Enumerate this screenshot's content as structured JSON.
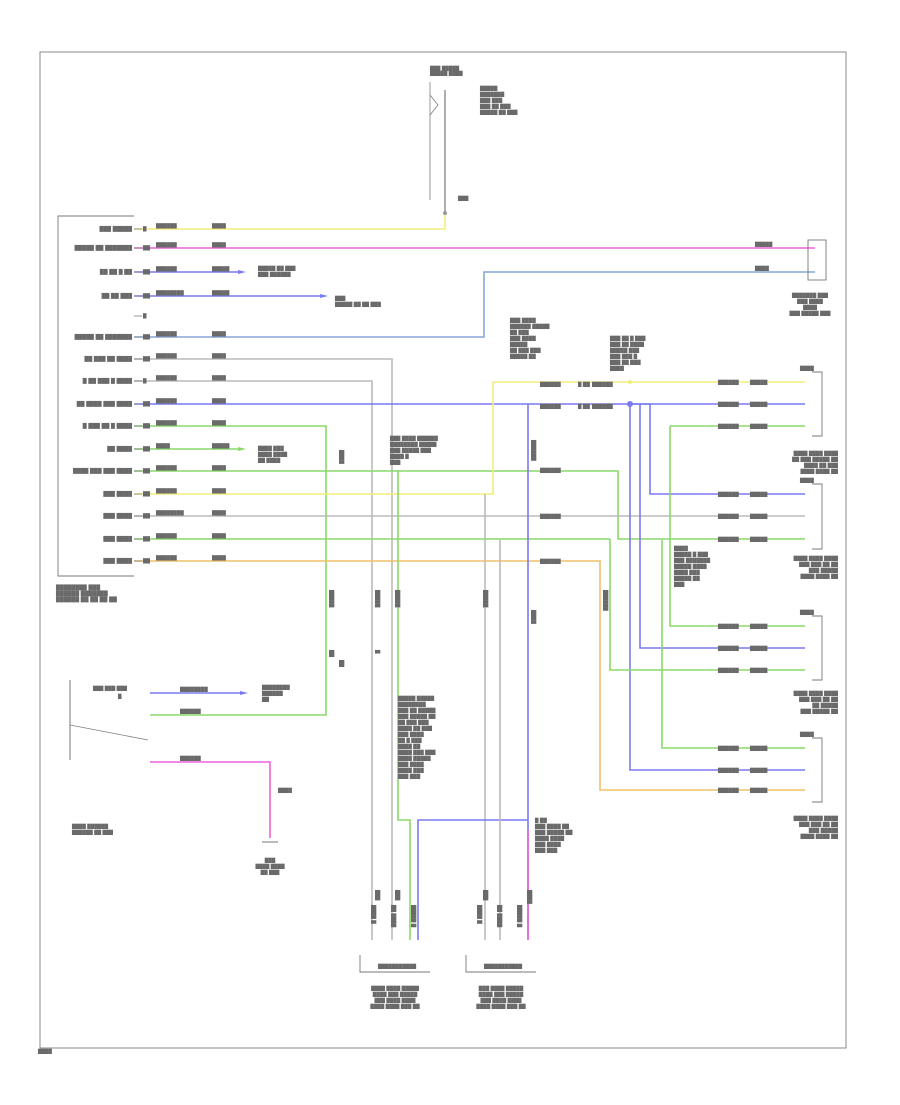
{
  "diagram": {
    "footer_code": "████",
    "colors": {
      "yellow": "#f2ee7a",
      "pink": "#ee62d8",
      "blue": "#7a7af2",
      "lightblue": "#86a6d8",
      "green": "#8ad86a",
      "orange": "#f0c06a",
      "gray": "#bbbbbb"
    },
    "module": {
      "caption": [
        "████████ ███",
        "██████ ███████",
        "██████ ██ ██ ██ ██"
      ],
      "pins": [
        {
          "label": "███ █████",
          "num": "█",
          "wire": "██████",
          "code": "████",
          "color": "yellow"
        },
        {
          "label": "█████ ██ ███████",
          "num": "██",
          "wire": "██████",
          "code": "████",
          "color": "pink"
        },
        {
          "label": "██ ██ █ ██",
          "num": "██",
          "wire": "██████",
          "code": "█████",
          "color": "blue"
        },
        {
          "label": "██ ██ ███",
          "num": "██",
          "wire": "████████",
          "code": "█████",
          "color": "blue"
        },
        {
          "label": "",
          "num": "█",
          "wire": "",
          "code": "",
          "color": ""
        },
        {
          "label": "█████ ██ ███████",
          "num": "██",
          "wire": "██████",
          "code": "████",
          "color": "lightblue"
        },
        {
          "label": "██ ███ ██ ████",
          "num": "██",
          "wire": "██████",
          "code": "████",
          "color": "gray"
        },
        {
          "label": "█ ██ ███ █ ████",
          "num": "█",
          "wire": "██████",
          "code": "████",
          "color": "gray"
        },
        {
          "label": "██ ████ ███ ████",
          "num": "██",
          "wire": "██████",
          "code": "████",
          "color": "blue"
        },
        {
          "label": "█ ███ ██ █ ████",
          "num": "██",
          "wire": "██████",
          "code": "████",
          "color": "green"
        },
        {
          "label": "██ ████",
          "num": "██",
          "wire": "████",
          "code": "█████",
          "color": "green"
        },
        {
          "label": "████ ███ ███ ████",
          "num": "██",
          "wire": "██████",
          "code": "████",
          "color": "green"
        },
        {
          "label": "███ ████",
          "num": "██",
          "wire": "██████",
          "code": "████",
          "color": "yellow"
        },
        {
          "label": "███ ████",
          "num": "██",
          "wire": "████████",
          "code": "████",
          "color": "gray"
        },
        {
          "label": "███ ████",
          "num": "██",
          "wire": "██████",
          "code": "████",
          "color": "green"
        },
        {
          "label": "███ ████",
          "num": "██",
          "wire": "██████",
          "code": "████",
          "color": "orange"
        }
      ]
    },
    "top_fuse": {
      "label": [
        "███ █████",
        "█████ ████"
      ],
      "desc": [
        "█████",
        "███████",
        "███ ███",
        "███ ██ ███",
        "█████ ██ ███"
      ],
      "wire_code": "█████",
      "wire_color": "██████",
      "splice": "███"
    },
    "callouts": {
      "keyless": [
        "█████ ██ ███",
        "███ ██████"
      ],
      "to_lamp": [
        "███",
        "█████ ██ ██ ███"
      ],
      "shifter": [
        "████ ███",
        "████ ████",
        "██ ████"
      ],
      "splice_a": [
        "███",
        "████ ███",
        "█ ██ ███"
      ],
      "right_side": [
        "████████ ███",
        "███ ██████",
        "███",
        "██ ███████ ███"
      ],
      "center_top": [
        "███ ████",
        "██████ █████",
        "██ ███",
        "███ ████",
        "█████",
        "██ ███ ███",
        "█████ ██"
      ],
      "center_mid": [
        "███ ████ ██████",
        "████████ █████",
        "███ █████ ███",
        "████ █",
        "███"
      ],
      "splice_top": [
        "███ ██ █ ███",
        "███ ██ ████",
        "█████ ███",
        "███ ███ █",
        "███ ██ ███",
        "████"
      ],
      "splice_mid": [
        "████",
        "█████ █ ███",
        "███ ███████",
        "█████ ████",
        "████ ███",
        "█████ ██",
        "███"
      ],
      "splice_low": [
        "█ ██",
        "███ ████ ██",
        "███ █████ ██",
        "████ ████",
        "███ ████",
        "███ ███"
      ],
      "center_low": [
        "█████ █████",
        "████████",
        "███ ██ █████",
        "███ █████ ██",
        "██ ███ ███",
        "████ ██ ███",
        "███ ████",
        "██ █ ███",
        "████ ██",
        "████ ███ ███",
        "████ █████",
        "███ ████",
        "████ ███",
        "███ ███"
      ],
      "pak_label": [
        "██ ███ ████",
        "████ ██ ██"
      ]
    },
    "sensors": [
      {
        "id": "rfo",
        "caption": [
          "████ ████ ████",
          "██ ███ █████ ██",
          "████ ██ ███",
          "████ ████ ██"
        ],
        "pins": [
          [
            "███████",
            "████ █"
          ],
          [
            "███████",
            "██ ████ █"
          ],
          [
            "███████",
            "█████ █"
          ]
        ]
      },
      {
        "id": "lfo",
        "caption": [
          "████ ████ ████",
          "███ ███ ██ ██",
          "███ █████",
          "████ ████ ██"
        ],
        "pins": [
          [
            "███████",
            "████ █"
          ],
          [
            "███████",
            "██ ████ █"
          ],
          [
            "███████",
            "█████ █"
          ]
        ]
      },
      {
        "id": "rfi",
        "caption": [
          "████ ████ ████",
          "███ ███ ██ ██",
          "██ █████",
          "███ █████ ██"
        ],
        "pins": [
          [
            "███████",
            "████ █"
          ],
          [
            "███████",
            "██ ████ █"
          ],
          [
            "███████",
            "█████ █"
          ]
        ]
      },
      {
        "id": "lfi",
        "caption": [
          "████ ████ ████",
          "███ ███ ██ ██",
          "███ █████",
          "████ ████ ██"
        ],
        "pins": [
          [
            "███████",
            "████ █"
          ],
          [
            "███████",
            "██ ████ █"
          ],
          [
            "███████",
            "█████ █"
          ]
        ]
      }
    ],
    "right_top_connector": {
      "codes": [
        "█████",
        "████"
      ],
      "caption": [
        "███████ ███",
        "███ ████",
        "████",
        "███ █████ ███"
      ]
    },
    "bottom_sensors": [
      {
        "caption": [
          "████ ████ █████",
          "████ ███ █████",
          "███ ████ ████",
          "████ ████ ███ ██"
        ],
        "conn": "███████████",
        "pins": [
          "████ █",
          "██ ████",
          "█████ █"
        ]
      },
      {
        "caption": [
          "███ ████ █████",
          "████ ███ █████",
          "███ ████ ████",
          "████ ████ ███ ██"
        ],
        "conn": "███████████",
        "pins": [
          "████ █",
          "██ ████",
          "█████ █"
        ]
      }
    ],
    "switch": {
      "label": "███ ███ ███",
      "pos": "█",
      "caption": [
        "████ ██████",
        "██████ ██ ███"
      ],
      "wire1": "████████",
      "wire2": "██████",
      "wire3": "██████",
      "sig": [
        "████████",
        "██████",
        "██"
      ]
    },
    "ground": {
      "wire": "████",
      "caption": [
        "███",
        "████ ████",
        "██ ███"
      ]
    }
  }
}
